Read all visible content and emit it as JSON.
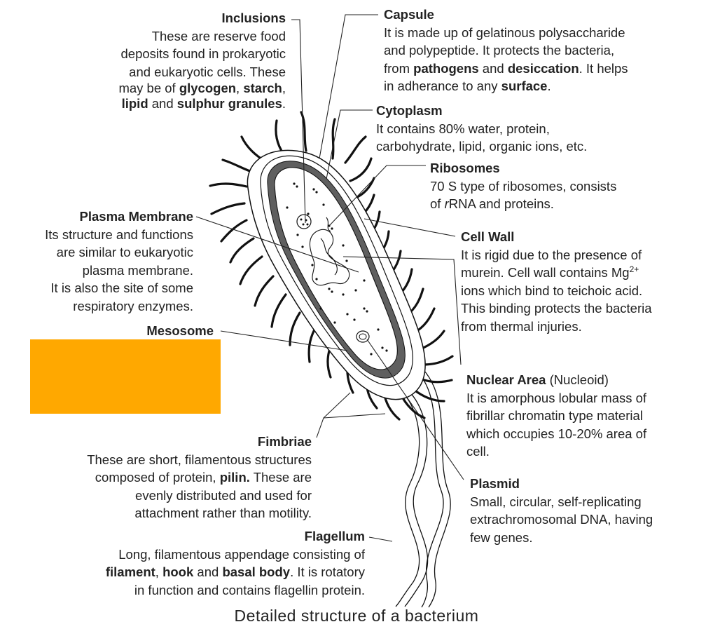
{
  "caption": "Detailed structure of a bacterium",
  "redaction_color": "#FFA800",
  "labels": {
    "inclusions": {
      "title": "Inclusions",
      "line1": "These are reserve food",
      "line2": "deposits found in prokaryotic",
      "line3": "and eukaryotic cells. These",
      "line4_pre": "may be of ",
      "glycogen": "glycogen",
      "comma1": ", ",
      "starch": "starch",
      "comma2": ",",
      "lipid": "lipid",
      "and": " and ",
      "sulphur": "sulphur granules",
      "end": "."
    },
    "capsule": {
      "title": "Capsule",
      "line1": "It is made up of gelatinous polysaccharide",
      "line2": "and polypeptide. It protects the bacteria,",
      "line3_pre": "from ",
      "pathogens": "pathogens",
      "line3_and": " and ",
      "desiccation": "desiccation",
      "line3_post": ". It helps",
      "line4_pre": "in adherance to any ",
      "surface": "surface",
      "line4_post": "."
    },
    "cytoplasm": {
      "title": "Cytoplasm",
      "line1": "It contains 80% water, protein,",
      "line2": "carbohydrate, lipid, organic ions, etc."
    },
    "ribosomes": {
      "title": "Ribosomes",
      "line1": "70 S type of ribosomes, consists",
      "line2_pre": "of ",
      "r": "r",
      "line2_post": "RNA and proteins."
    },
    "plasma_membrane": {
      "title": "Plasma Membrane",
      "line1": "Its structure and functions",
      "line2": "are similar to eukaryotic",
      "line3": "plasma membrane.",
      "line4": "It is also the site of some",
      "line5": "respiratory enzymes."
    },
    "cell_wall": {
      "title": "Cell Wall",
      "line1": "It is rigid due to the  presence of",
      "line2_pre": "murein. Cell wall contains Mg",
      "sup": "2+",
      "line3": "ions which bind to teichoic acid.",
      "line4": "This binding protects the bacteria",
      "line5": "from thermal injuries."
    },
    "mesosome": {
      "title": "Mesosome"
    },
    "nuclear_area": {
      "title": "Nuclear Area",
      "title_suffix": " (Nucleoid)",
      "line1": "It is amorphous lobular mass of",
      "line2": "fibrillar chromatin type material",
      "line3": "which occupies 10-20% area of",
      "line4": "cell."
    },
    "fimbriae": {
      "title": "Fimbriae",
      "line1": "These are short, filamentous structures",
      "line2_pre": "composed of protein, ",
      "pilin": "pilin.",
      "line2_post": " These are",
      "line3": "evenly distributed and used for",
      "line4": "attachment rather than motility."
    },
    "plasmid": {
      "title": "Plasmid",
      "line1": "Small, circular, self-replicating",
      "line2": "extrachromosomal DNA, having",
      "line3": "few genes."
    },
    "flagellum": {
      "title": "Flagellum",
      "line1": "Long, filamentous appendage consisting of",
      "filament": "filament",
      "c1": ", ",
      "hook": "hook",
      "and": " and ",
      "basal": "basal body",
      "line2_post": ". It is rotatory",
      "line3": "in function and contains flagellin protein."
    }
  }
}
